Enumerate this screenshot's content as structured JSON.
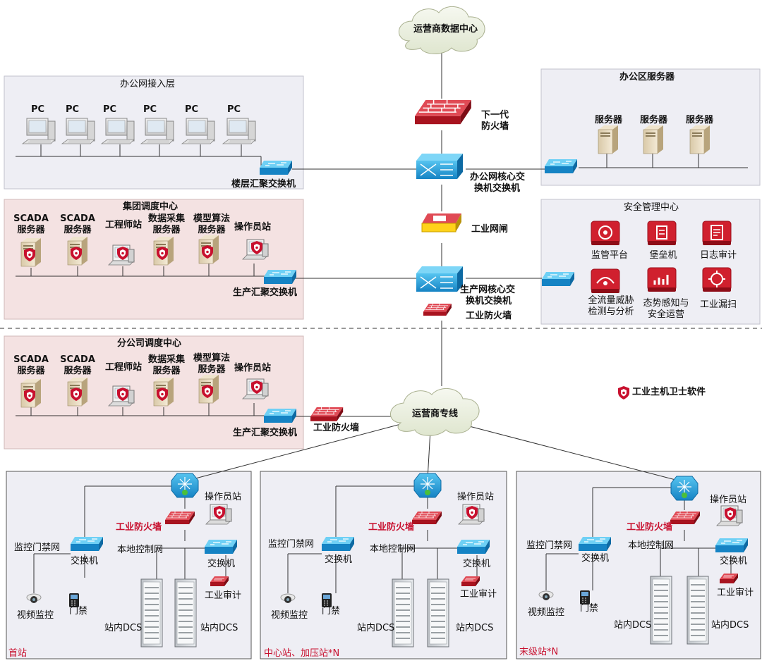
{
  "cloud_top": "运营商数据中心",
  "cloud_mid": "运营商专线",
  "office_access": {
    "title": "办公网接入层",
    "pc_labels": [
      "PC",
      "PC",
      "PC",
      "PC",
      "PC",
      "PC"
    ],
    "switch_label": "楼层汇聚交换机"
  },
  "office_servers": {
    "title": "办公区服务器",
    "server_labels": [
      "服务器",
      "服务器",
      "服务器"
    ]
  },
  "core": {
    "ngfw_line1": "下一代",
    "ngfw_line2": "防火墙",
    "office_core_line1": "办公网核心交",
    "office_core_line2": "换机交换机",
    "gateway": "工业网闸",
    "prod_core_line1": "生产网核心交",
    "prod_core_line2": "换机交换机",
    "ind_fw": "工业防火墙"
  },
  "security_center": {
    "title": "安全管理中心",
    "items": [
      {
        "line1": "监管平台",
        "line2": ""
      },
      {
        "line1": "堡垒机",
        "line2": ""
      },
      {
        "line1": "日志审计",
        "line2": ""
      },
      {
        "line1": "全流量威胁",
        "line2": "检测与分析"
      },
      {
        "line1": "态势感知与",
        "line2": "安全运营"
      },
      {
        "line1": "工业漏扫",
        "line2": ""
      }
    ]
  },
  "group_dispatch": {
    "title": "集团调度中心",
    "nodes": [
      {
        "line1": "SCADA",
        "line2": "服务器"
      },
      {
        "line1": "SCADA",
        "line2": "服务器"
      },
      {
        "line1": "工程师站",
        "line2": ""
      },
      {
        "line1": "数据采集",
        "line2": "服务器"
      },
      {
        "line1": "模型算法",
        "line2": "服务器"
      },
      {
        "line1": "操作员站",
        "line2": ""
      }
    ],
    "switch_label": "生产汇聚交换机"
  },
  "branch_dispatch": {
    "title": "分公司调度中心",
    "nodes": [
      {
        "line1": "SCADA",
        "line2": "服务器"
      },
      {
        "line1": "SCADA",
        "line2": "服务器"
      },
      {
        "line1": "工程师站",
        "line2": ""
      },
      {
        "line1": "数据采集",
        "line2": "服务器"
      },
      {
        "line1": "模型算法",
        "line2": "服务器"
      },
      {
        "line1": "操作员站",
        "line2": ""
      }
    ],
    "switch_label": "生产汇聚交换机",
    "firewall_label": "工业防火墙"
  },
  "legend": "工业主机卫士软件",
  "stations": [
    {
      "name": "首站"
    },
    {
      "name": "中心站、加压站*N"
    },
    {
      "name": "末级站*N"
    }
  ],
  "station_common": {
    "operator": "操作员站",
    "firewall": "工业防火墙",
    "monitor_net": "监控门禁网",
    "local_net": "本地控制网",
    "switch": "交换机",
    "audit": "工业审计",
    "video": "视频监控",
    "access": "门禁",
    "dcs": "站内DCS"
  },
  "colors": {
    "panel_gray": "#eeeef4",
    "panel_pink": "#f4e2e2",
    "device_red": "#d0202e",
    "switch_blue": "#1e9ad6"
  }
}
